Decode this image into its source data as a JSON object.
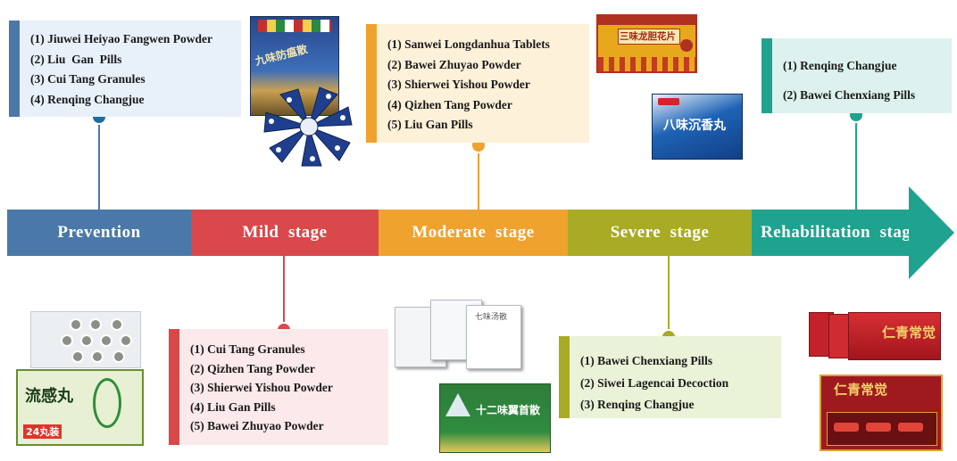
{
  "stages": [
    {
      "label": "Prevention",
      "color": "#4a78a8"
    },
    {
      "label": "Mild  stage",
      "color": "#d9484a"
    },
    {
      "label": "Moderate  stage",
      "color": "#f0a22e"
    },
    {
      "label": "Severe  stage",
      "color": "#a9ab25"
    },
    {
      "label": "Rehabilitation  stage",
      "color": "#1fa38f"
    }
  ],
  "boxes": {
    "prevention": [
      "(1) Jiuwei Heiyao Fangwen Powder",
      "(2) Liu  Gan  Pills",
      "(3) Cui Tang Granules",
      "(4) Renqing Changjue"
    ],
    "mild": [
      "(1) Cui Tang Granules",
      "(2) Qizhen Tang Powder",
      "(3) Shierwei Yishou Powder",
      "(4) Liu Gan Pills",
      "(5) Bawei Zhuyao Powder"
    ],
    "moderate": [
      "(1) Sanwei Longdanhua Tablets",
      "(2) Bawei Zhuyao Powder",
      "(3) Shierwei Yishou Powder",
      "(4) Qizhen Tang Powder",
      "(5) Liu Gan Pills"
    ],
    "severe": [
      "(1) Bawei Chenxiang Pills",
      "(2) Siwei Lagencai Decoction",
      "(3) Renqing Changjue"
    ],
    "rehabilitation": [
      "(1) Renqing Changjue",
      "(2) Bawei Chenxiang Pills"
    ]
  },
  "product_text": {
    "jiuwei_box": "九味防瘟散",
    "sanwei_box": "三味龙胆花片",
    "bawei_box": "八味沉香丸",
    "liugan_box": "流感丸",
    "liugan_count": "24丸装",
    "qizhen_pack": "七味汤散",
    "shierwei_box": "十二味翼首散",
    "renqing_box": "仁青常觉"
  }
}
